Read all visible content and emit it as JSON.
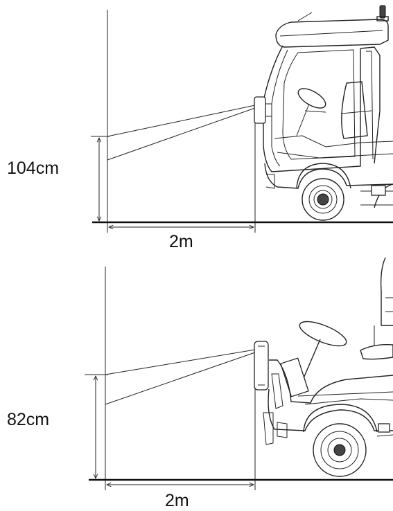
{
  "panels": [
    {
      "height_label": "104cm",
      "distance_label": "2m",
      "vehicle": "cab-vehicle"
    },
    {
      "height_label": "82cm",
      "distance_label": "2m",
      "vehicle": "open-vehicle"
    }
  ],
  "colors": {
    "line": "#222222",
    "background": "#ffffff"
  }
}
